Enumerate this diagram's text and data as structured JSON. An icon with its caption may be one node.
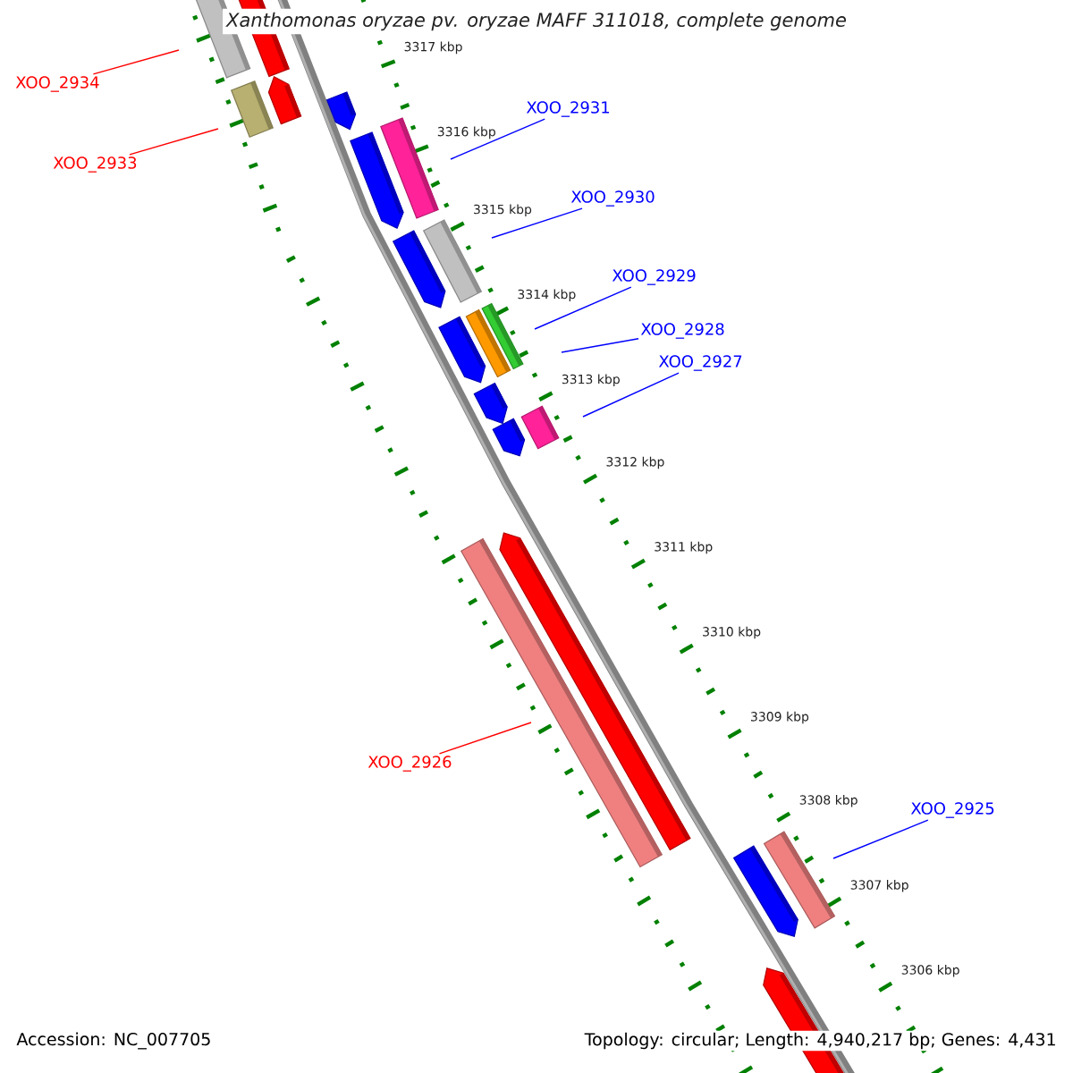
{
  "diagram": {
    "title": "Xanthomonas oryzae pv. oryzae MAFF 311018, complete genome",
    "nodes": [
      {
        "text": [
          "XOO_2934"
        ]
      },
      {
        "text": [
          "XOO_2931"
        ]
      },
      {
        "text": [
          "XOO_2933"
        ]
      },
      {
        "text": [
          "XOO_2930"
        ]
      },
      {
        "text": [
          "XOO_2929"
        ]
      },
      {
        "text": [
          "XOO_2928"
        ]
      },
      {
        "text": [
          "XOO_2927"
        ]
      },
      {
        "text": [
          "XOO_2926"
        ]
      },
      {
        "text": [
          "XOO_2925"
        ]
      }
    ],
    "edges": [
      {
        "from": 0,
        "to": null,
        "arrow": "none",
        "color": "#ff0000"
      },
      {
        "from": 1,
        "to": null,
        "arrow": "none"
      },
      {
        "from": 2,
        "to": null,
        "arrow": "none",
        "color": "#ff0000"
      },
      {
        "from": 3,
        "to": null,
        "arrow": "none"
      },
      {
        "from": 4,
        "to": null,
        "arrow": "none"
      },
      {
        "from": 5,
        "to": null,
        "arrow": "none"
      },
      {
        "from": 6,
        "to": null,
        "arrow": "none"
      },
      {
        "from": 7,
        "to": null,
        "arrow": "none",
        "color": "#ff0000"
      },
      {
        "from": 8,
        "to": null,
        "arrow": "none"
      }
    ],
    "labels": [
      "3317 kbp",
      "3316 kbp",
      "3315 kbp",
      "3314 kbp",
      "3313 kbp",
      "3312 kbp",
      "3311 kbp",
      "3310 kbp",
      "3309 kbp",
      "3308 kbp",
      "3307 kbp",
      "3306 kbp",
      "Accession: NC_007705",
      "Topology: circular; Length: 4,940,217 bp; Genes: 4,431"
    ]
  }
}
